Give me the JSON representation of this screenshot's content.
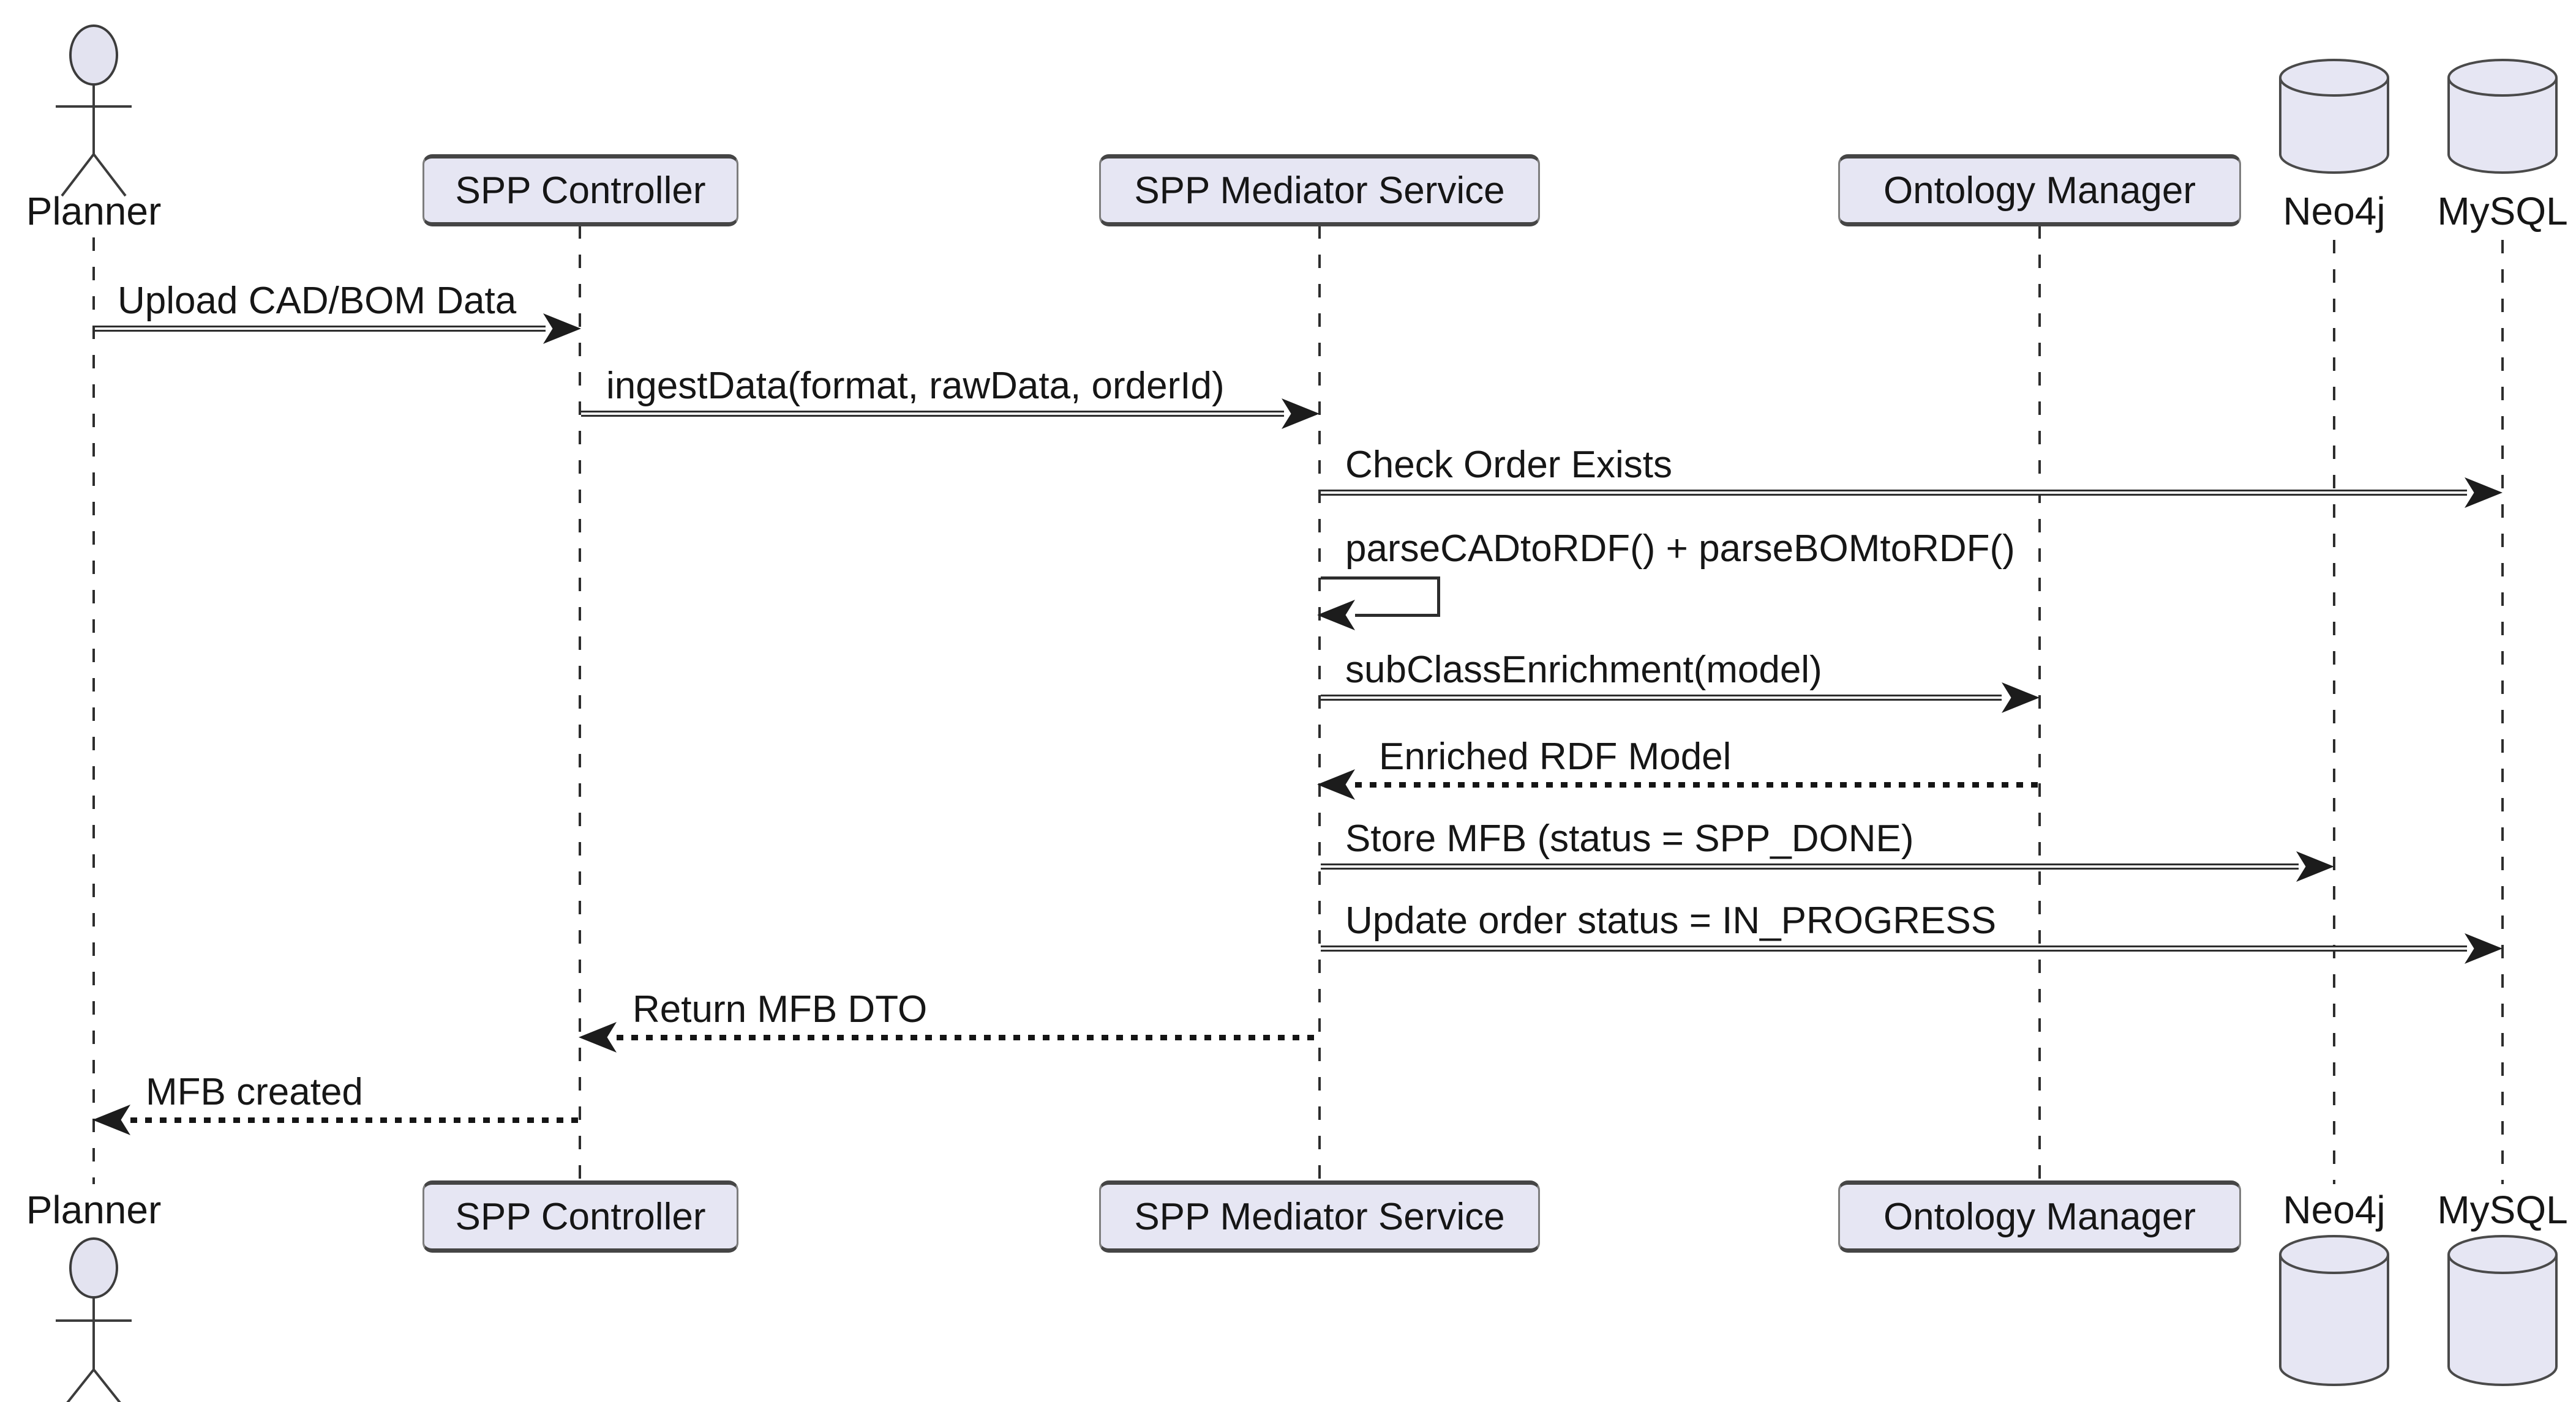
{
  "diagram": {
    "type": "uml-sequence",
    "participants": [
      {
        "id": "planner",
        "label": "Planner",
        "kind": "actor"
      },
      {
        "id": "spp-controller",
        "label": "SPP Controller",
        "kind": "box"
      },
      {
        "id": "spp-mediator",
        "label": "SPP Mediator Service",
        "kind": "box"
      },
      {
        "id": "ontology-manager",
        "label": "Ontology Manager",
        "kind": "box"
      },
      {
        "id": "neo4j",
        "label": "Neo4j",
        "kind": "database"
      },
      {
        "id": "mysql",
        "label": "MySQL",
        "kind": "database"
      }
    ],
    "messages": [
      {
        "from": "planner",
        "to": "spp-controller",
        "label": "Upload CAD/BOM Data",
        "style": "solid"
      },
      {
        "from": "spp-controller",
        "to": "spp-mediator",
        "label": "ingestData(format, rawData, orderId)",
        "style": "solid"
      },
      {
        "from": "spp-mediator",
        "to": "mysql",
        "label": "Check Order Exists",
        "style": "solid"
      },
      {
        "from": "spp-mediator",
        "to": "spp-mediator",
        "label": "parseCADtoRDF() + parseBOMtoRDF()",
        "style": "self"
      },
      {
        "from": "spp-mediator",
        "to": "ontology-manager",
        "label": "subClassEnrichment(model)",
        "style": "solid"
      },
      {
        "from": "ontology-manager",
        "to": "spp-mediator",
        "label": "Enriched RDF Model",
        "style": "dotted"
      },
      {
        "from": "spp-mediator",
        "to": "neo4j",
        "label": "Store MFB (status = SPP_DONE)",
        "style": "solid"
      },
      {
        "from": "spp-mediator",
        "to": "mysql",
        "label": "Update order status = IN_PROGRESS",
        "style": "solid"
      },
      {
        "from": "spp-mediator",
        "to": "spp-controller",
        "label": "Return MFB DTO",
        "style": "dotted"
      },
      {
        "from": "spp-controller",
        "to": "planner",
        "label": "MFB created",
        "style": "dotted"
      }
    ],
    "colors": {
      "background": "#FFFFFF",
      "participant_fill": "#E6E6F3",
      "participant_border": "#7D7D7D",
      "participant_edge": "#454545",
      "line": "#2D2D2D",
      "text": "#161616"
    }
  }
}
